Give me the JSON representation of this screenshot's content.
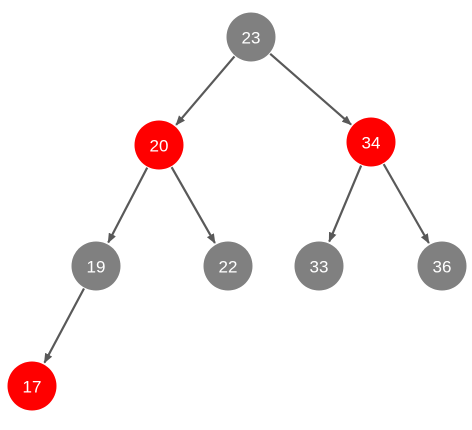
{
  "tree": {
    "colors": {
      "black_node": "#808080",
      "red_node": "#ff0000",
      "label": "#ffffff",
      "edge": "#595959"
    },
    "nodes": [
      {
        "id": "n23",
        "label": "23",
        "color": "black"
      },
      {
        "id": "n20",
        "label": "20",
        "color": "red"
      },
      {
        "id": "n34",
        "label": "34",
        "color": "red"
      },
      {
        "id": "n19",
        "label": "19",
        "color": "black"
      },
      {
        "id": "n22",
        "label": "22",
        "color": "black"
      },
      {
        "id": "n33",
        "label": "33",
        "color": "black"
      },
      {
        "id": "n36",
        "label": "36",
        "color": "black"
      },
      {
        "id": "n17",
        "label": "17",
        "color": "red"
      }
    ],
    "edges": [
      {
        "from": "n23",
        "to": "n20"
      },
      {
        "from": "n23",
        "to": "n34"
      },
      {
        "from": "n20",
        "to": "n19"
      },
      {
        "from": "n20",
        "to": "n22"
      },
      {
        "from": "n34",
        "to": "n33"
      },
      {
        "from": "n34",
        "to": "n36"
      },
      {
        "from": "n19",
        "to": "n17"
      }
    ]
  }
}
